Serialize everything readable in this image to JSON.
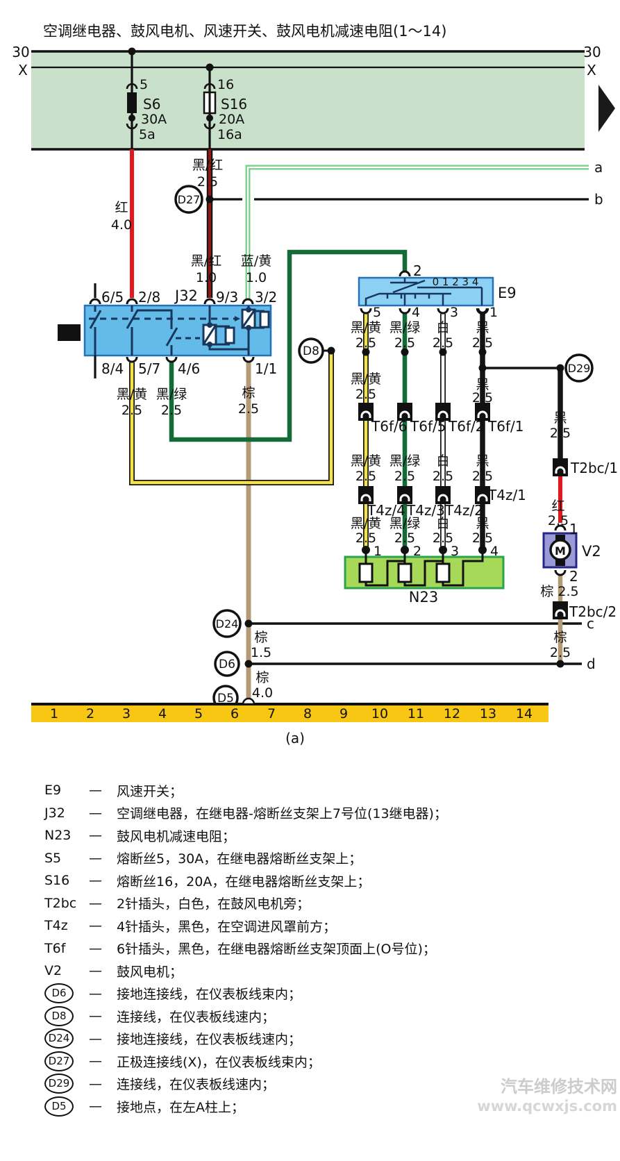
{
  "title": "空调继电器、鼓风电机、风速开关、鼓风电机减速电阻(1～14)",
  "rails": {
    "thirty": "30",
    "x": "X",
    "a": "a",
    "b": "b",
    "c": "c",
    "d": "d"
  },
  "fuses": {
    "s6": {
      "pin_top": "5",
      "name": "S6",
      "amps": "30A",
      "pin_bottom": "5a"
    },
    "s16": {
      "pin_top": "16",
      "name": "S16",
      "amps": "20A",
      "pin_bottom": "16a"
    }
  },
  "wire": {
    "hong": "红",
    "heihong": "黑/红",
    "lanhuang": "蓝/黄",
    "heihuang": "黑/黄",
    "heilv": "黑/绿",
    "bai": "白",
    "hei": "黑",
    "zong": "棕",
    "s40": "4.0",
    "s25": "2.5",
    "s10": "1.0",
    "s15": "1.5",
    "zong25": "棕  2.5"
  },
  "relay": {
    "name": "J32",
    "slot": "7",
    "pin_65": "6/5",
    "pin_28": "2/8",
    "pin_93": "9/3",
    "pin_32": "3/2",
    "pin_84": "8/4",
    "pin_57": "5/7",
    "pin_46": "4/6",
    "pin_11": "1/1"
  },
  "e9": {
    "name": "E9",
    "pin_top": "2",
    "scale": "0 1 2 3 4",
    "p5": "5",
    "p4": "4",
    "p3": "3",
    "p1": "1"
  },
  "n23": {
    "name": "N23",
    "p1": "1",
    "p2": "2",
    "p3": "3",
    "p4": "4"
  },
  "v2": {
    "name": "V2",
    "motor": "M",
    "p1": "1",
    "p2": "2"
  },
  "connectors": {
    "t6f6": "T6f/6",
    "t6f5": "T6f/5",
    "t6f2": "T6f/2",
    "t6f1": "T6f/1",
    "t4z4": "T4z/4",
    "t4z3": "T4z/3",
    "t4z2": "T4z/2",
    "t4z1": "T4z/1",
    "t2bc1": "T2bc/1",
    "t2bc2": "T2bc/2"
  },
  "nodes": {
    "d27": "D27",
    "d8": "D8",
    "d29": "D29",
    "d24": "D24",
    "d6": "D6",
    "d5": "D5"
  },
  "bus": {
    "numbers": [
      "1",
      "2",
      "3",
      "4",
      "5",
      "6",
      "7",
      "8",
      "9",
      "10",
      "11",
      "12",
      "13",
      "14"
    ]
  },
  "caption": "(a)",
  "colors": {
    "band_green": "#c9e0ca",
    "relay_box": "#64bbea",
    "e9_box": "#8cd0f4",
    "n23_box": "#a7d958",
    "bus_yellow": "#f8c713",
    "v2_box": "#9a9ad6",
    "wire_red": "#e0191f",
    "wire_black_red": "#8e1a15",
    "wire_yellow": "#f5e24d",
    "wire_dark_green": "#156b38",
    "wire_light_green": "#7ccf8d",
    "wire_brown": "#b49b77",
    "wire_black": "#141414",
    "wire_white": "#ffffff"
  },
  "legend": {
    "dash": "—",
    "items": [
      {
        "term": "E9",
        "desc": "风速开关；"
      },
      {
        "term": "J32",
        "desc": "空调继电器，在继电器-熔断丝支架上7号位(13继电器)；"
      },
      {
        "term": "N23",
        "desc": "鼓风电机减速电阻；"
      },
      {
        "term": "S5",
        "desc": "熔断丝5，30A，在继电器熔断丝支架上；"
      },
      {
        "term": "S16",
        "desc": "熔断丝16，20A，在继电器熔断丝支架上；"
      },
      {
        "term": "T2bc",
        "desc": "2针插头，白色，在鼓风电机旁；"
      },
      {
        "term": "T4z",
        "desc": "4针插头，黑色，在空调进风罩前方；"
      },
      {
        "term": "T6f",
        "desc": "6针插头，黑色，在继电器熔断丝支架顶面上(O号位)；"
      },
      {
        "term": "V2",
        "desc": "鼓风电机；"
      },
      {
        "term": "D6",
        "desc": "接地连接线，在仪表板线束内；"
      },
      {
        "term": "D8",
        "desc": "连接线，在仪表板线速内；"
      },
      {
        "term": "D24",
        "desc": "接地连接线，在仪表板线速内；"
      },
      {
        "term": "D27",
        "desc": "正极连接线(X)，在仪表板线束内；"
      },
      {
        "term": "D29",
        "desc": "连接线，在仪表板线速内；"
      },
      {
        "term": "D5",
        "desc": "接地点，在左A柱上；"
      }
    ]
  },
  "watermark": {
    "line1": "汽车维修技术网",
    "line2": "www.qcwxjs.com"
  }
}
